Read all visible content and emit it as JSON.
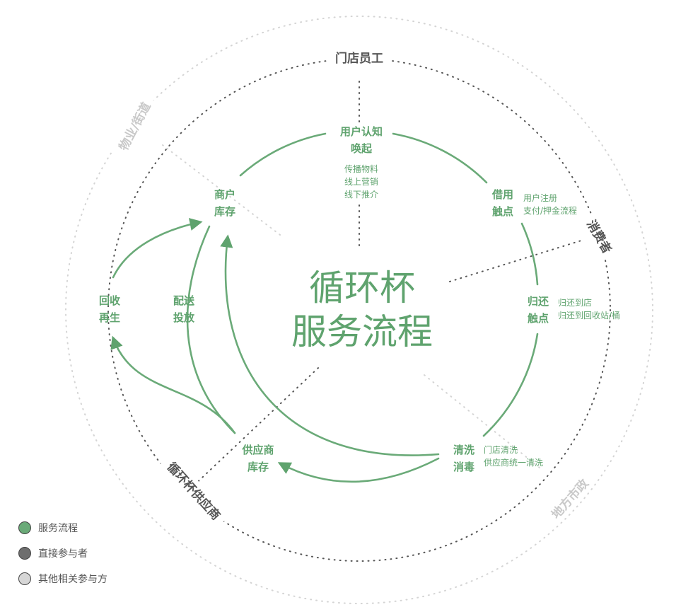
{
  "center_title": [
    "循环杯",
    "服务流程"
  ],
  "nodes": {
    "user_awareness": [
      "用户认知",
      "唤起"
    ],
    "borrow_touch": [
      "借用",
      "触点"
    ],
    "return_touch": [
      "归还",
      "触点"
    ],
    "clean": [
      "清洗",
      "消毒"
    ],
    "supplier_stock": [
      "供应商",
      "库存"
    ],
    "deliver": [
      "配送",
      "投放"
    ],
    "recycle": [
      "回收",
      "再生"
    ],
    "merchant_stock": [
      "商户",
      "库存"
    ]
  },
  "notes": {
    "user_awareness": [
      "传播物料",
      "线上营销",
      "线下推介"
    ],
    "borrow_touch": [
      "用户注册",
      "支付/押金流程"
    ],
    "return_touch": [
      "归还到店",
      "归还到回收站/桶"
    ],
    "clean": [
      "门店清洗",
      "供应商统一清洗"
    ]
  },
  "actors": {
    "store_staff": "门店员工",
    "consumer": "消费者",
    "supplier": "循环杯供应商",
    "property": "物业/街道",
    "government": "地方市政"
  },
  "legend": [
    {
      "label": "服务流程",
      "color": "#6aaa78"
    },
    {
      "label": "直接参与者",
      "color": "#6e6e6e"
    },
    {
      "label": "其他相关参与方",
      "color": "#d6d6d6"
    }
  ],
  "colors": {
    "green": "#5fa36e",
    "direct": "#555555",
    "other": "#cfcfcf"
  }
}
